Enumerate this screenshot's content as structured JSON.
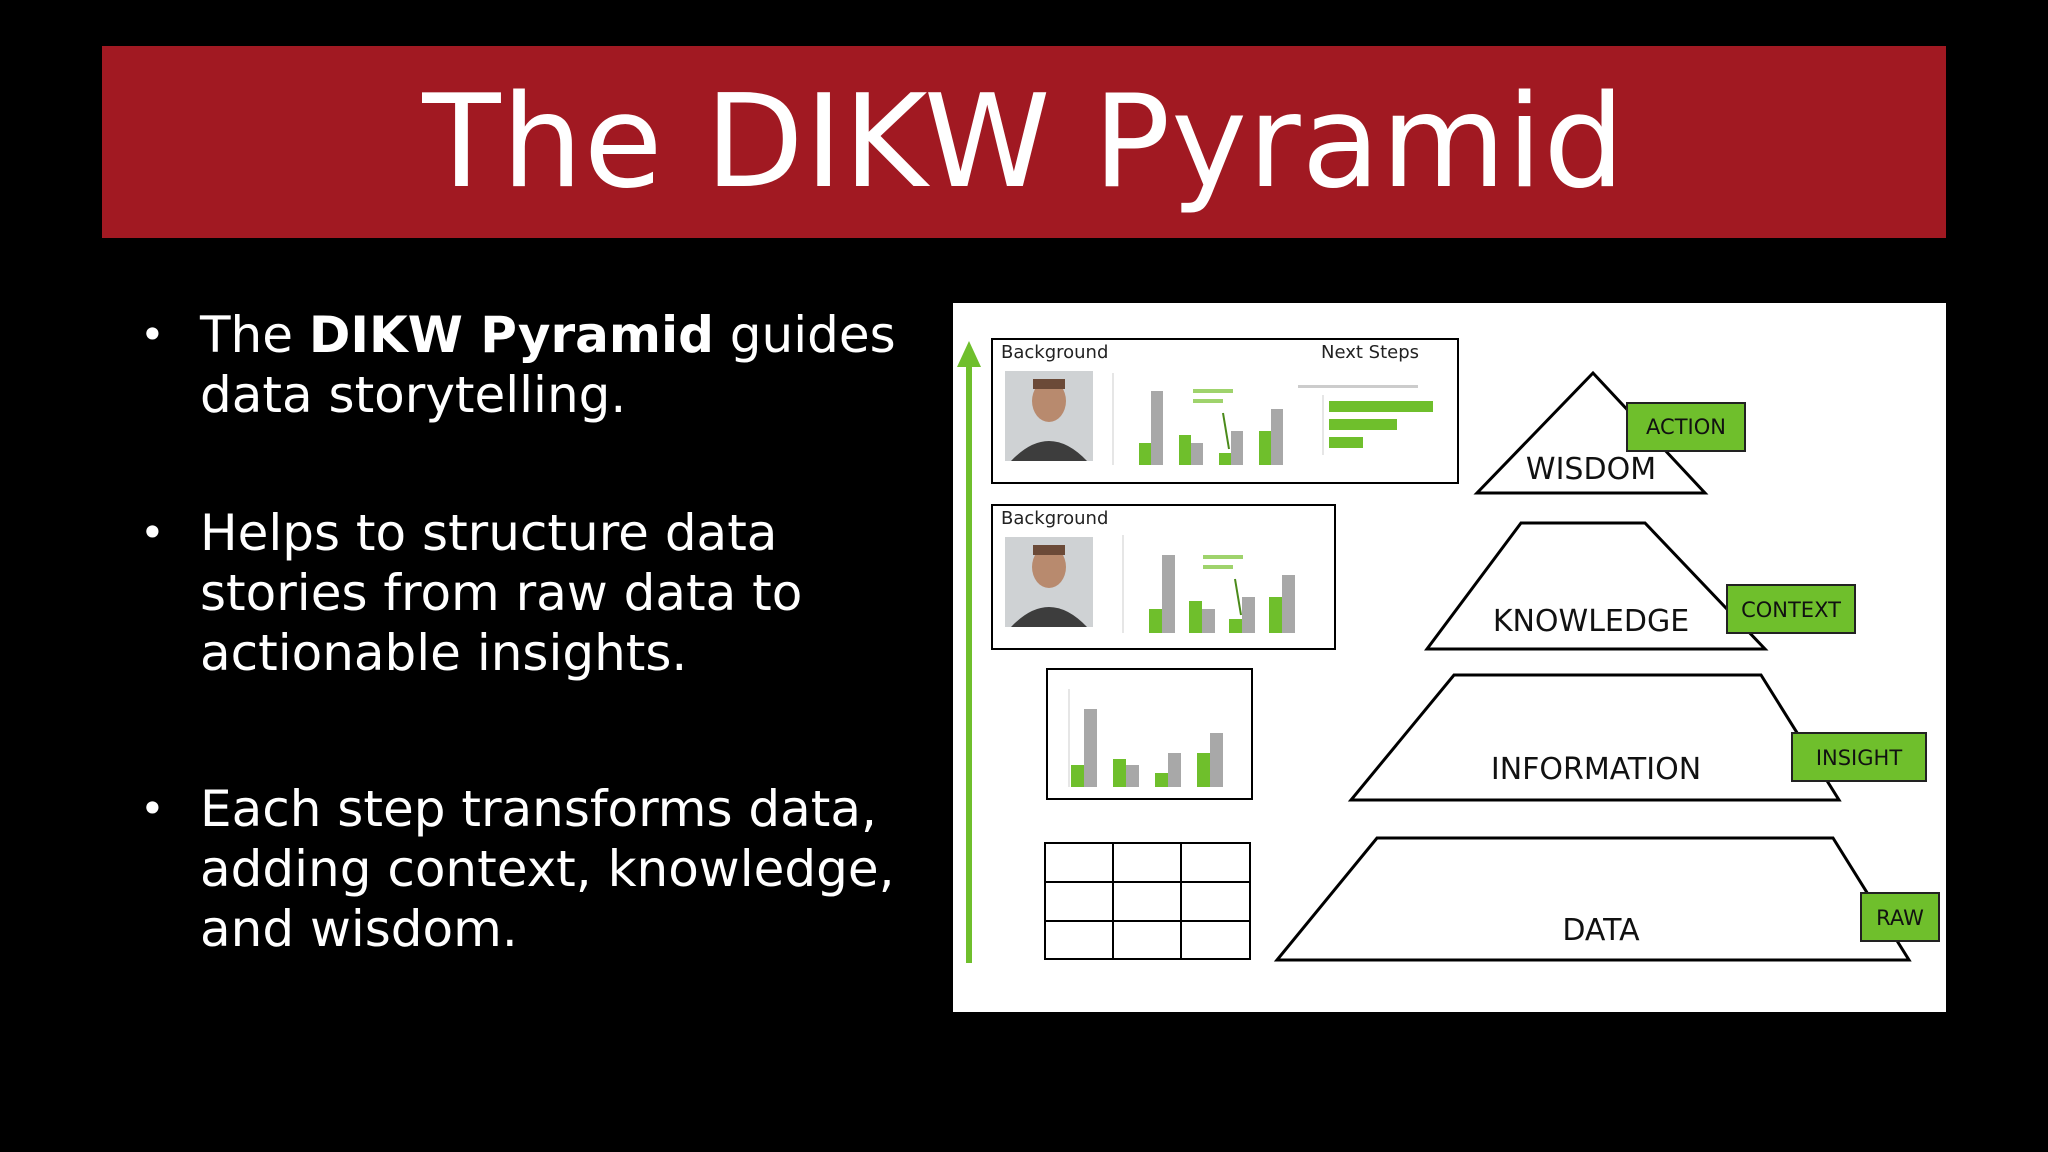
{
  "slide": {
    "title": "The DIKW Pyramid",
    "bullets": [
      {
        "pre": "The ",
        "bold": "DIKW Pyramid",
        "post": " guides data storytelling."
      },
      {
        "text": "Helps to structure data stories from raw data to actionable insights."
      },
      {
        "text": "Each step transforms data, adding context, knowledge, and wisdom."
      }
    ]
  },
  "figure": {
    "colors": {
      "green": "#6fbf2c",
      "green_dark": "#4a8a1a",
      "gray": "#a8a8a8",
      "line": "#000000"
    },
    "slide_thumbs": {
      "top_left": "Background",
      "top_right": "Next Steps",
      "middle_left": "Background"
    },
    "levels": [
      {
        "name": "WISDOM",
        "tag": "ACTION"
      },
      {
        "name": "KNOWLEDGE",
        "tag": "CONTEXT"
      },
      {
        "name": "INFORMATION",
        "tag": "INSIGHT"
      },
      {
        "name": "DATA",
        "tag": "RAW"
      }
    ]
  }
}
